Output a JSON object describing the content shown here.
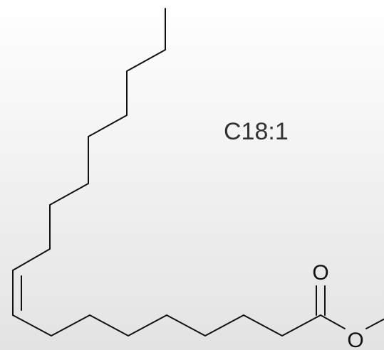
{
  "molecule": {
    "formula_label": "C18:1",
    "atoms": {
      "carbonyl_oxygen": "O",
      "ester_oxygen": "O"
    },
    "colors": {
      "bond": "#111111",
      "label": "#333333"
    }
  }
}
